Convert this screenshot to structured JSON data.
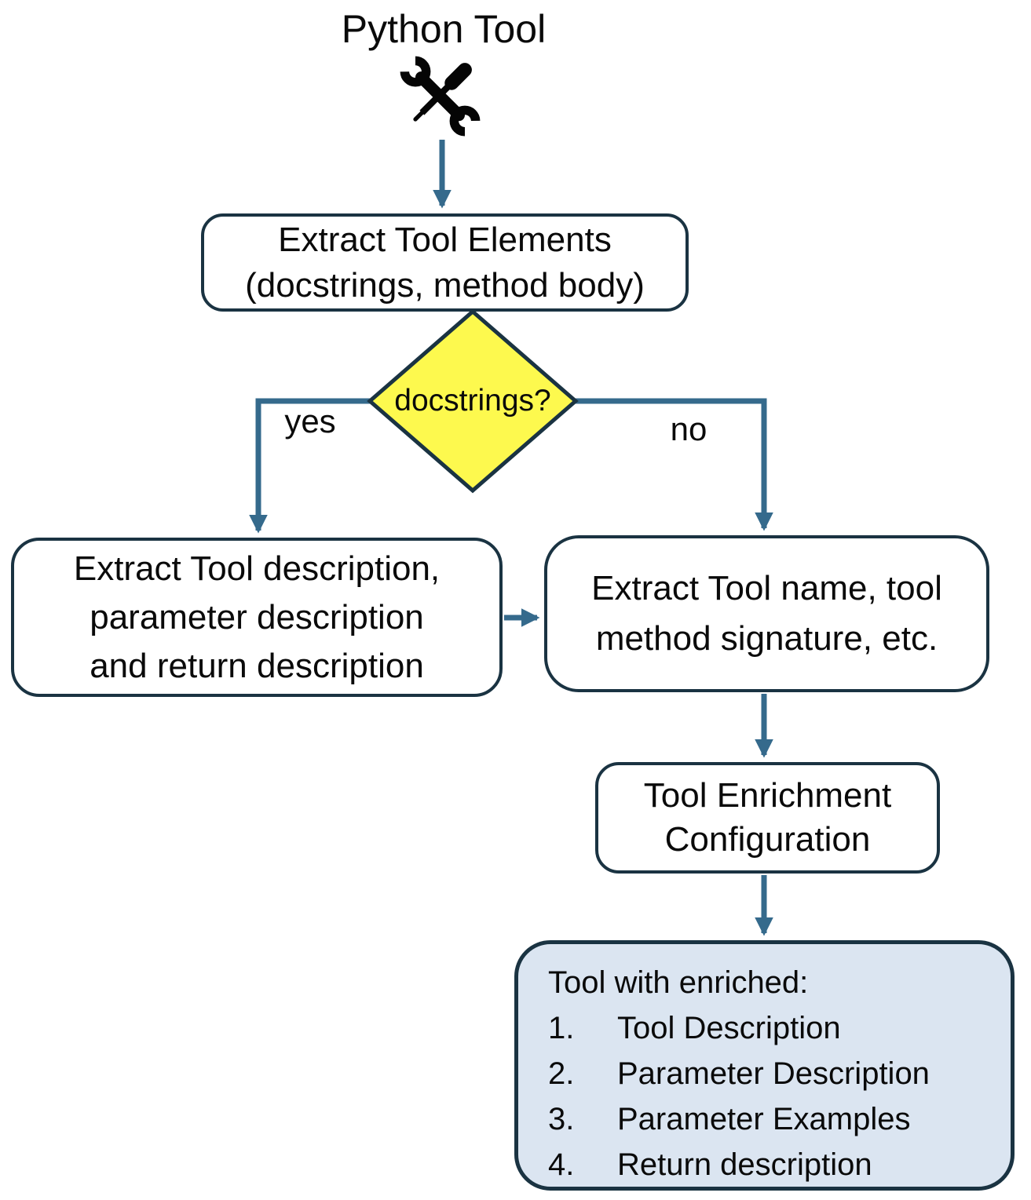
{
  "colors": {
    "accent": "#356a8c",
    "border": "#1a3342",
    "diamond_fill": "#fdf94e",
    "final_fill": "#dbe5f1",
    "text": "#0a0a0a",
    "icon": "#050505"
  },
  "title": "Python Tool",
  "icon_name": "tools-icon",
  "nodes": {
    "extract_elements": {
      "line1": "Extract Tool Elements",
      "line2": "(docstrings, method body)"
    },
    "decision": {
      "label": "docstrings?"
    },
    "branch_yes": "yes",
    "branch_no": "no",
    "extract_docstrings": {
      "line1": "Extract Tool description,",
      "line2": "parameter description",
      "line3": "and return description"
    },
    "extract_name": {
      "line1": "Extract Tool name, tool",
      "line2": "method signature, etc."
    },
    "enrichment": {
      "line1": "Tool Enrichment",
      "line2": "Configuration"
    },
    "final": {
      "intro": "Tool with enriched:",
      "items": [
        {
          "num": "1.",
          "label": "Tool Description"
        },
        {
          "num": "2.",
          "label": "Parameter Description"
        },
        {
          "num": "3.",
          "label": "Parameter Examples"
        },
        {
          "num": "4.",
          "label": "Return description"
        }
      ]
    }
  }
}
